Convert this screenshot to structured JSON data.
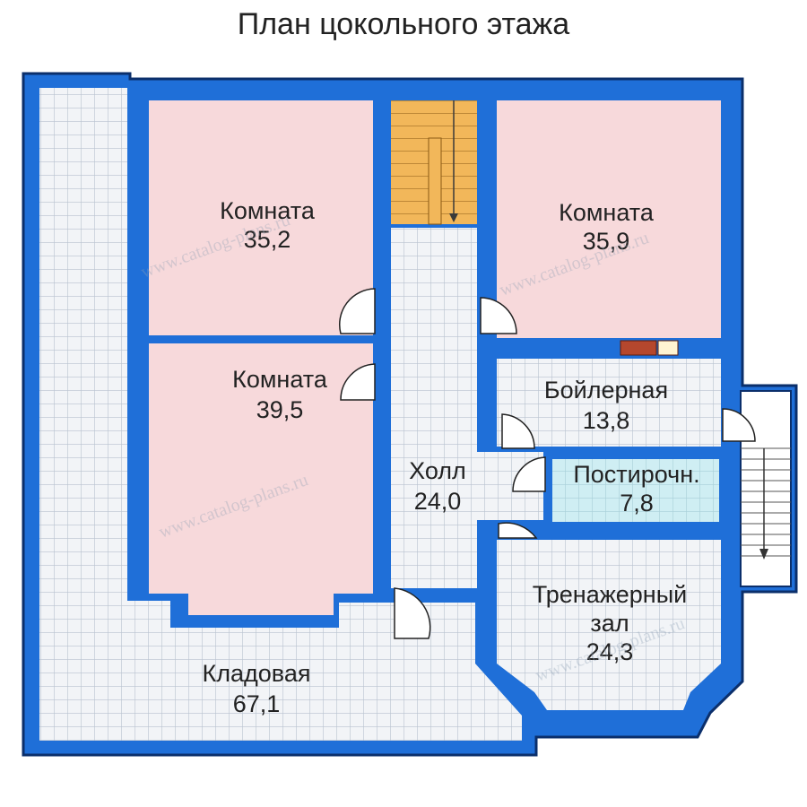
{
  "title": "План цокольного этажа",
  "watermark": "www.catalog-plans.ru",
  "colors": {
    "wall": "#1f6fd8",
    "wall_outline": "#0b2f6b",
    "tile": "#f2f4f7",
    "tile_grid": "#b8c2cf",
    "room_pink": "#f7d9db",
    "stair": "#f2b75a",
    "boiler_tile": "#f0f2f4",
    "laundry": "#cfeef3"
  },
  "rooms": [
    {
      "name": "Комната",
      "area": "35,2"
    },
    {
      "name": "Комната",
      "area": "35,9"
    },
    {
      "name": "Комната",
      "area": "39,5"
    },
    {
      "name": "Бойлерная",
      "area": "13,8"
    },
    {
      "name": "Холл",
      "area": "24,0"
    },
    {
      "name": "Постирочн.",
      "area": "7,8"
    },
    {
      "name": "Тренажерный",
      "name2": "зал",
      "area": "24,3"
    },
    {
      "name": "Кладовая",
      "area": "67,1"
    }
  ]
}
